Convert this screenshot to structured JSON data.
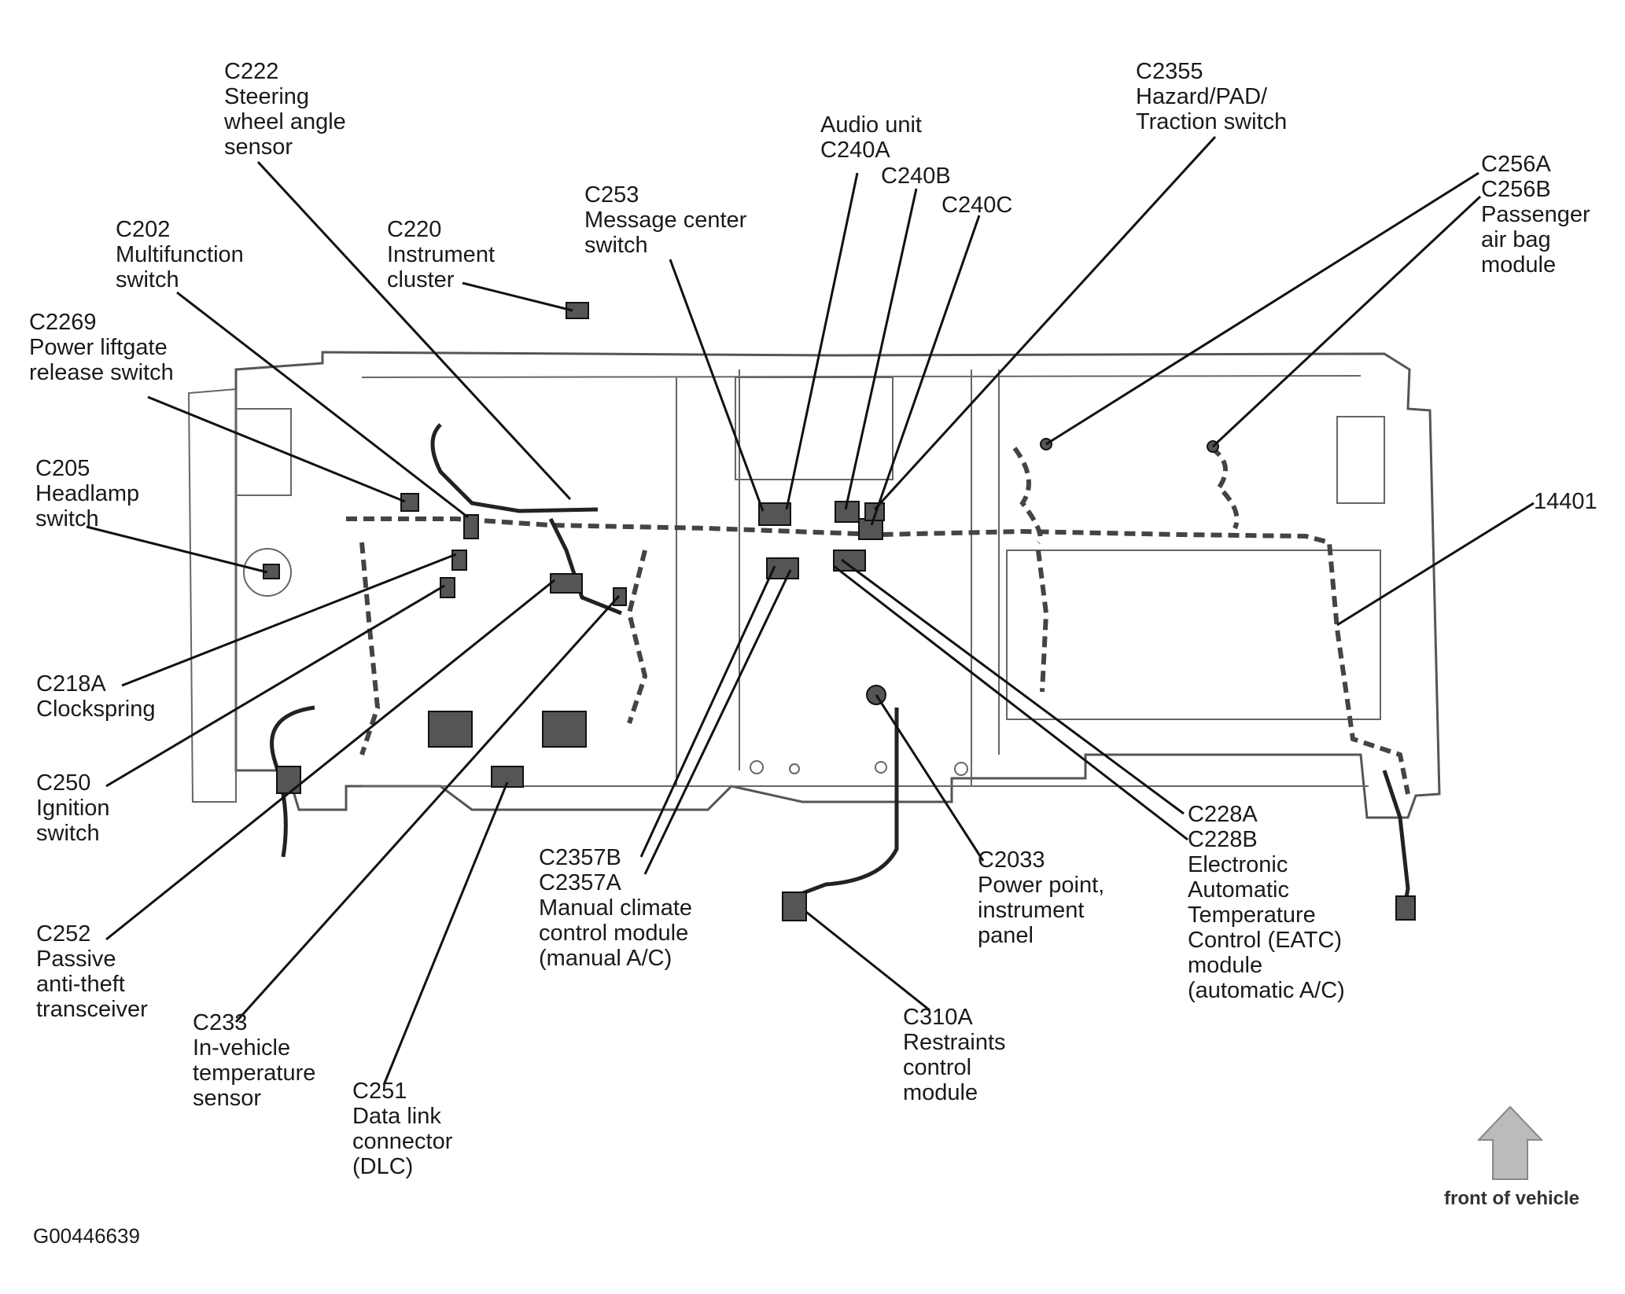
{
  "figure_id": "G00446639",
  "front_caption": "front of vehicle",
  "labels": {
    "c222": [
      "C222",
      "Steering",
      "wheel angle",
      "sensor"
    ],
    "c202": [
      "C202",
      "Multifunction",
      "switch"
    ],
    "c220": [
      "C220",
      "Instrument",
      "cluster"
    ],
    "c2269": [
      "C2269",
      "Power liftgate",
      "release switch"
    ],
    "c205": [
      "C205",
      "Headlamp",
      "switch"
    ],
    "c218a": [
      "C218A",
      "Clockspring"
    ],
    "c250": [
      "C250",
      "Ignition",
      "switch"
    ],
    "c252": [
      "C252",
      "Passive",
      "anti-theft",
      "transceiver"
    ],
    "c233": [
      "C233",
      "In-vehicle",
      "temperature",
      "sensor"
    ],
    "c251": [
      "C251",
      "Data link",
      "connector",
      "(DLC)"
    ],
    "c253": [
      "C253",
      "Message center",
      "switch"
    ],
    "audio": [
      "Audio unit",
      "C240A"
    ],
    "c240b": [
      "C240B"
    ],
    "c240c": [
      "C240C"
    ],
    "c2355": [
      "C2355",
      "Hazard/PAD/",
      "Traction switch"
    ],
    "c256": [
      "C256A",
      "C256B",
      "Passenger",
      "air bag",
      "module"
    ],
    "p14401": [
      "14401"
    ],
    "c2357": [
      "C2357B",
      "C2357A",
      "Manual climate",
      "control module",
      "(manual A/C)"
    ],
    "c2033": [
      "C2033",
      "Power point,",
      "instrument",
      "panel"
    ],
    "c228": [
      "C228A",
      "C228B",
      "Electronic",
      "Automatic",
      "Temperature",
      "Control (EATC)",
      "module",
      "(automatic A/C)"
    ],
    "c310a": [
      "C310A",
      "Restraints",
      "control",
      "module"
    ]
  }
}
